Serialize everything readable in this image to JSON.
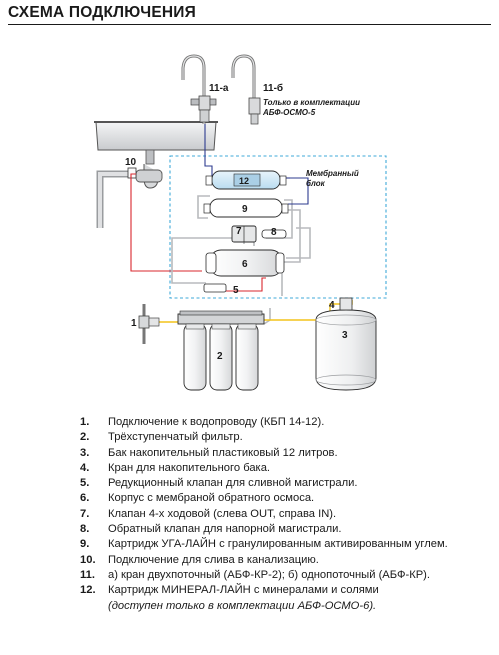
{
  "title": "СХЕМА ПОДКЛЮЧЕНИЯ",
  "diagram": {
    "labels": {
      "l1": "1",
      "l2": "2",
      "l3": "3",
      "l4": "4",
      "l5": "5",
      "l6": "6",
      "l7": "7",
      "l8": "8",
      "l9": "9",
      "l10": "10",
      "l12": "12",
      "l11a": "11-а",
      "l11b": "11-б",
      "only_kit": "Только в комплектации",
      "only_kit_model": "АБФ-ОСМО-5",
      "membrane_block_1": "Мембранный",
      "membrane_block_2": "блок"
    },
    "colors": {
      "raw_water_line": "#d9272e",
      "purified_line": "#2d3b8f",
      "cartridge_blue": "#d8ecf8",
      "dashed_border": "#3fa9d8",
      "housing_gray": "#e6e7e8",
      "outline": "#2b2b2b"
    }
  },
  "legend": [
    {
      "num": "1.",
      "text": "Подключение к водопроводу (КБП 14-12)."
    },
    {
      "num": "2.",
      "text": "Трёхступенчатый фильтр."
    },
    {
      "num": "3.",
      "text": "Бак накопительный пластиковый 12 литров."
    },
    {
      "num": "4.",
      "text": "Кран для накопительного бака."
    },
    {
      "num": "5.",
      "text": "Редукционный клапан для сливной магистрали."
    },
    {
      "num": "6.",
      "text": "Корпус с мембраной обратного осмоса."
    },
    {
      "num": "7.",
      "text": "Клапан 4-х ходовой (слева OUT, справа IN)."
    },
    {
      "num": "8.",
      "text": "Обратный клапан для напорной магистрали."
    },
    {
      "num": "9.",
      "text": "Картридж УГА-ЛАЙН с гранулированным активированным углем."
    },
    {
      "num": "10.",
      "text": "Подключение для слива в канализацию."
    },
    {
      "num": "11.",
      "text": "а) кран двухпоточный (АБФ-КР-2); б) однопоточный (АБФ-КР)."
    },
    {
      "num": "12.",
      "text": "Картридж МИНЕРАЛ-ЛАЙН с минералами и солями",
      "note": "(доступен только в комплектации АБФ-ОСМО-6)."
    }
  ]
}
